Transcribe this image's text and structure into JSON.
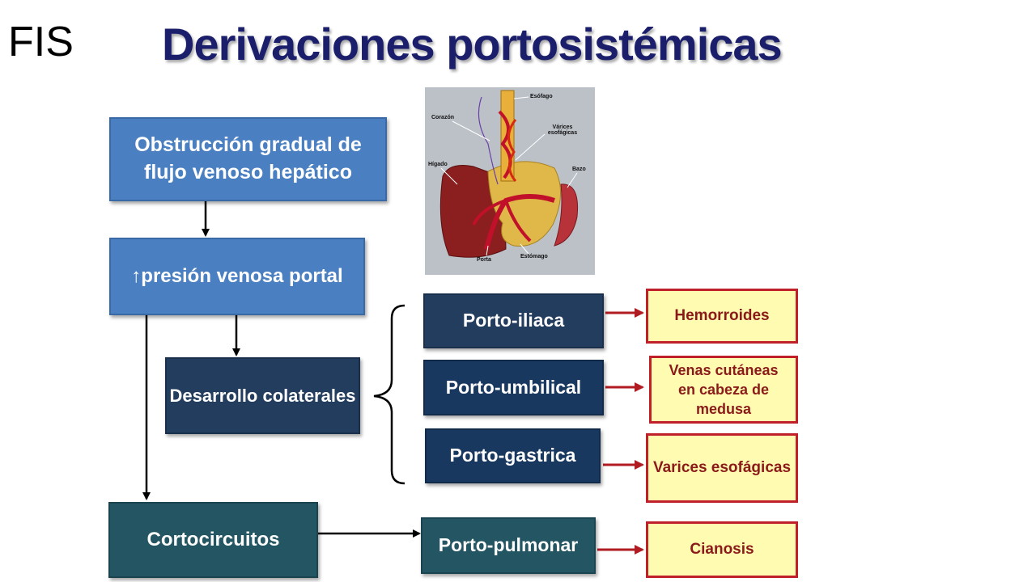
{
  "corner_label": "FIS",
  "title": "Derivaciones portosistémicas",
  "anatomy": {
    "labels": {
      "esofago": "Esófago",
      "corazon": "Corazón",
      "varices": "Várices esofágicas",
      "higado": "Hígado",
      "bazo": "Bazo",
      "porta": "Porta",
      "estomago": "Estómago"
    },
    "colors": {
      "background": "#bcc1c8",
      "liver": "#8b1e1e",
      "stomach": "#e0b84a",
      "veins": "#c0102a"
    }
  },
  "flow": {
    "obstruccion": "Obstrucción gradual de flujo venoso hepático",
    "presion": "↑presión  venosa portal",
    "colaterales": "Desarrollo colaterales",
    "cortocircuitos": "Cortocircuitos"
  },
  "collaterals": [
    {
      "route": "Porto-iliaca",
      "result": "Hemorroides"
    },
    {
      "route": "Porto-umbilical",
      "result": "Venas cutáneas en cabeza de medusa"
    },
    {
      "route": "Porto-gastrica",
      "result": "Varices esofágicas"
    }
  ],
  "shunt": {
    "route": "Porto-pulmonar",
    "result": "Cianosis"
  },
  "colors": {
    "title": "#1b1f6b",
    "blue_box": "#4a7fc1",
    "navy_box": "#233d5e",
    "teal_box": "#235562",
    "result_fill": "#fffbb0",
    "result_border": "#c0202a",
    "arrow_red": "#b01c22"
  }
}
